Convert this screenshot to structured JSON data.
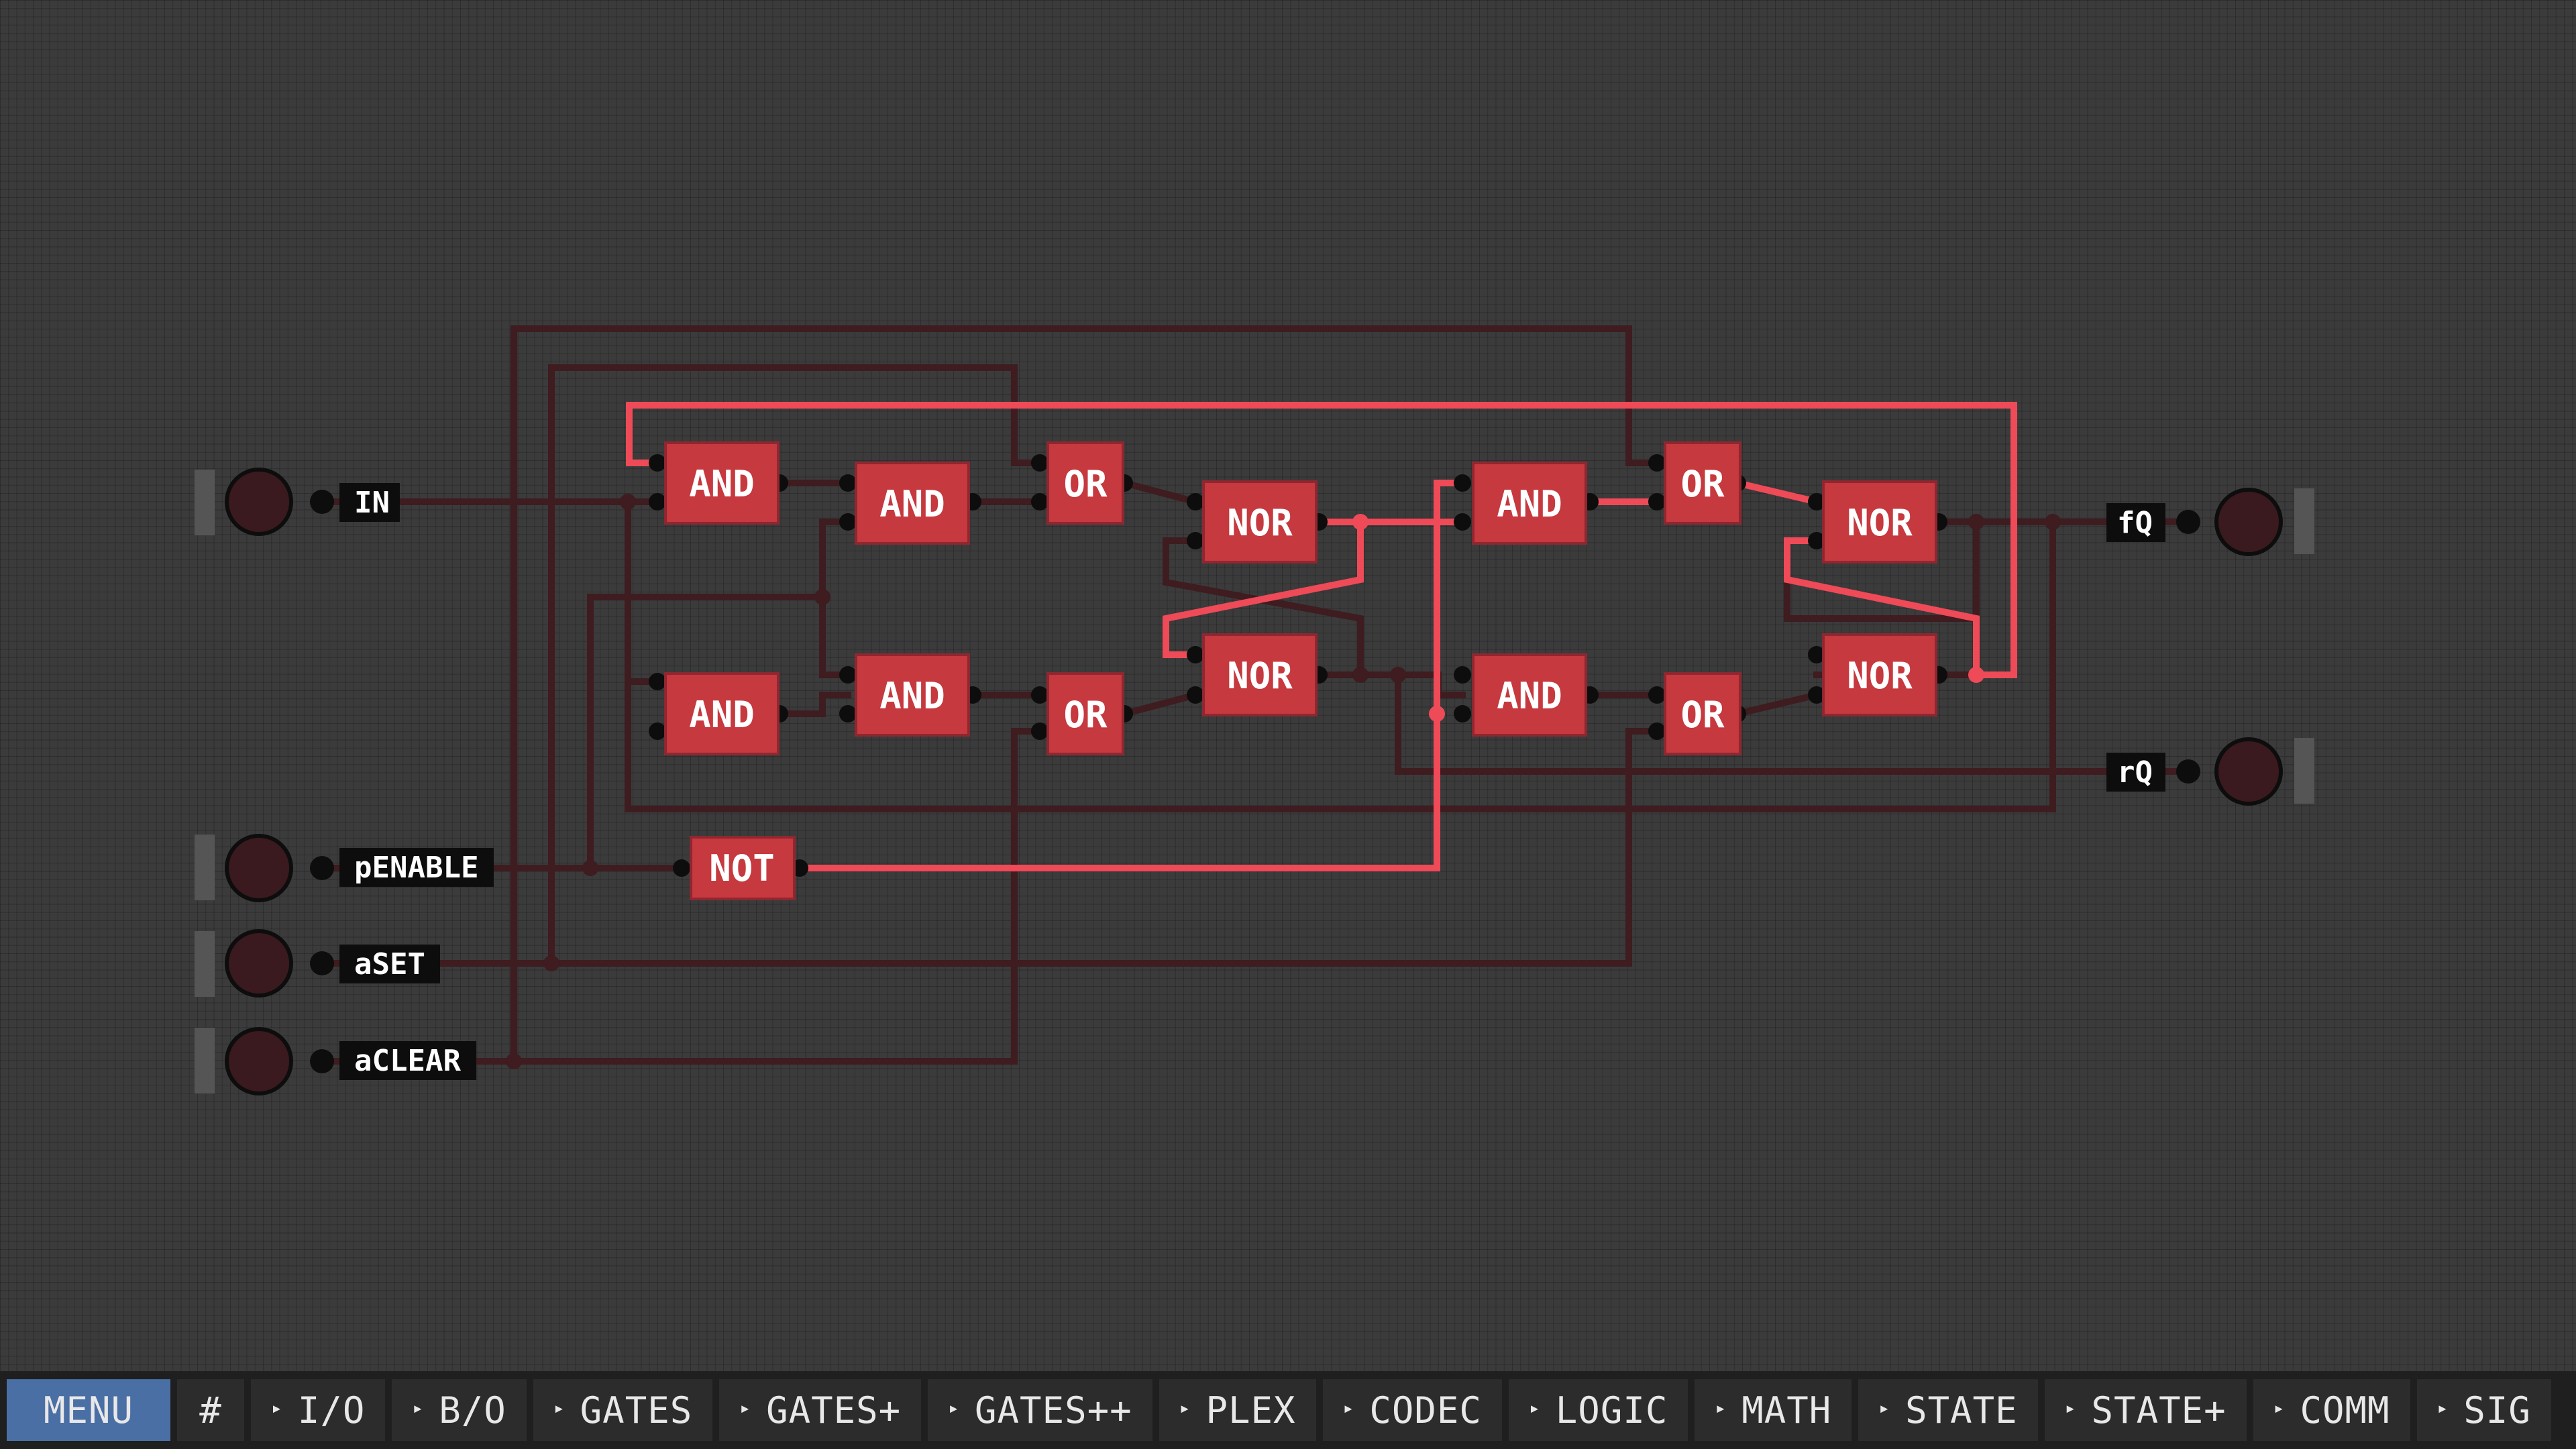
{
  "gates": {
    "and_a1": "AND",
    "and_a2": "AND",
    "or_a1": "OR",
    "and_b1": "AND",
    "and_b2": "AND",
    "or_b1": "OR",
    "nor_1": "NOR",
    "nor_2": "NOR",
    "and_c1": "AND",
    "or_c1": "OR",
    "and_d1": "AND",
    "or_d1": "OR",
    "nor_3": "NOR",
    "nor_4": "NOR",
    "not_1": "NOT"
  },
  "inputs": {
    "in": "IN",
    "penable": "pENABLE",
    "aset": "aSET",
    "aclear": "aCLEAR"
  },
  "outputs": {
    "fq": "fQ",
    "rq": "rQ"
  },
  "toolbar": {
    "menu": "MENU",
    "hash": "#",
    "items": [
      "I/O",
      "B/O",
      "GATES",
      "GATES+",
      "GATES++",
      "PLEX",
      "CODEC",
      "LOGIC",
      "MATH",
      "STATE",
      "STATE+",
      "COMM",
      "SIG"
    ],
    "triangle": "▸"
  },
  "colors": {
    "background": "#3b3b3c",
    "wire_off": "#3e1c1f",
    "wire_on": "#ef4a57",
    "gate_fill": "#c5393f",
    "pin": "#0d0d0d",
    "io_knob": "#3a1a1e",
    "menu_accent": "#4a6fa5"
  }
}
